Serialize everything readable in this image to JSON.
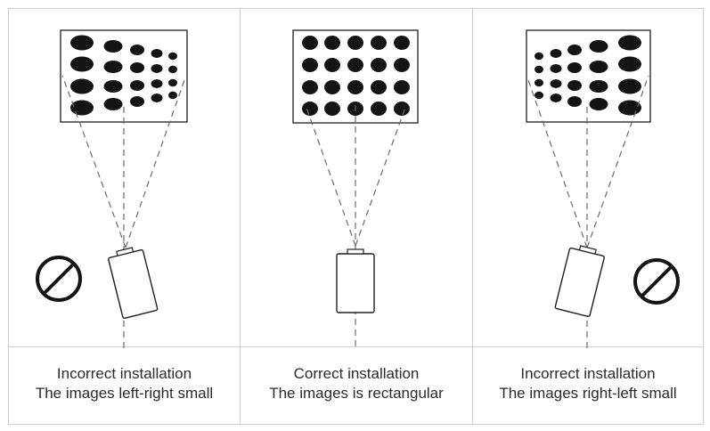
{
  "panels": [
    {
      "id": "left",
      "status": "incorrect",
      "caption_line1": "Incorrect installation",
      "caption_line2": "The images left-right small"
    },
    {
      "id": "center",
      "status": "correct",
      "caption_line1": "Correct installation",
      "caption_line2": "The images is rectangular"
    },
    {
      "id": "right",
      "status": "incorrect",
      "caption_line1": "Incorrect installation",
      "caption_line2": "The images right-left small"
    }
  ],
  "icons": {
    "projector": "projector-icon",
    "prohibited": "prohibited-icon",
    "projected_dot_pattern": "dot-pattern-screen"
  },
  "colors": {
    "line": "#1e1e1e",
    "dots": "#141414",
    "border": "#cfcfcf",
    "text": "#2a2a2a"
  }
}
